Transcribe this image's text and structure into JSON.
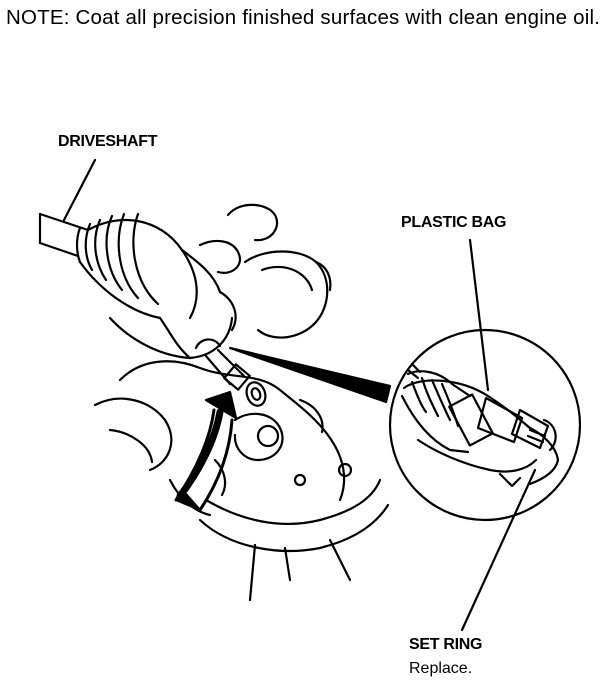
{
  "note": "NOTE: Coat all precision finished surfaces with clean engine oil.",
  "labels": {
    "driveshaft": "DRIVESHAFT",
    "plastic_bag": "PLASTIC BAG",
    "set_ring": "SET RING",
    "replace": "Replace."
  }
}
